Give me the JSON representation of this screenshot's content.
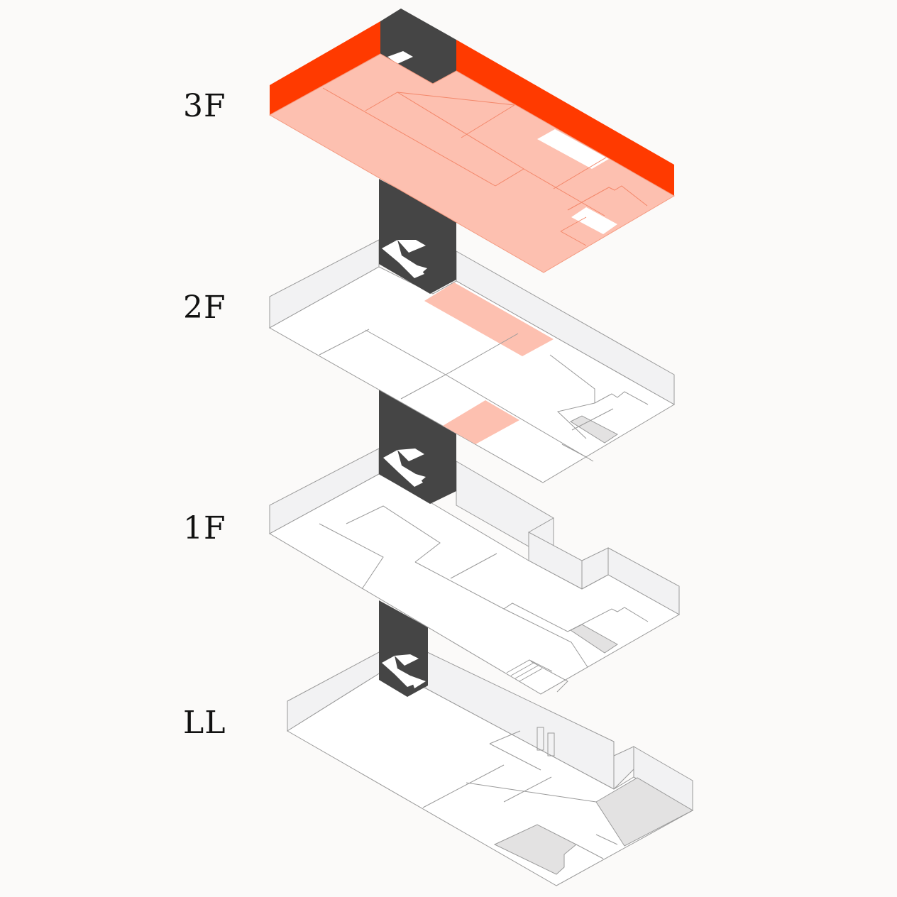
{
  "floors": [
    {
      "id": "3F",
      "label": "3F"
    },
    {
      "id": "2F",
      "label": "2F"
    },
    {
      "id": "1F",
      "label": "1F"
    },
    {
      "id": "LL",
      "label": "LL"
    }
  ],
  "colors": {
    "background": "#fbfaf9",
    "highlight_wall": "#ff3a00",
    "highlight_floor": "#fdc0b0",
    "core": "#454545",
    "wall_light": "#f2f2f3",
    "service_grey": "#e3e2e2",
    "line": "#9a9a9a"
  },
  "highlighted_floor": "3F",
  "icons": [
    "stair-icon"
  ]
}
